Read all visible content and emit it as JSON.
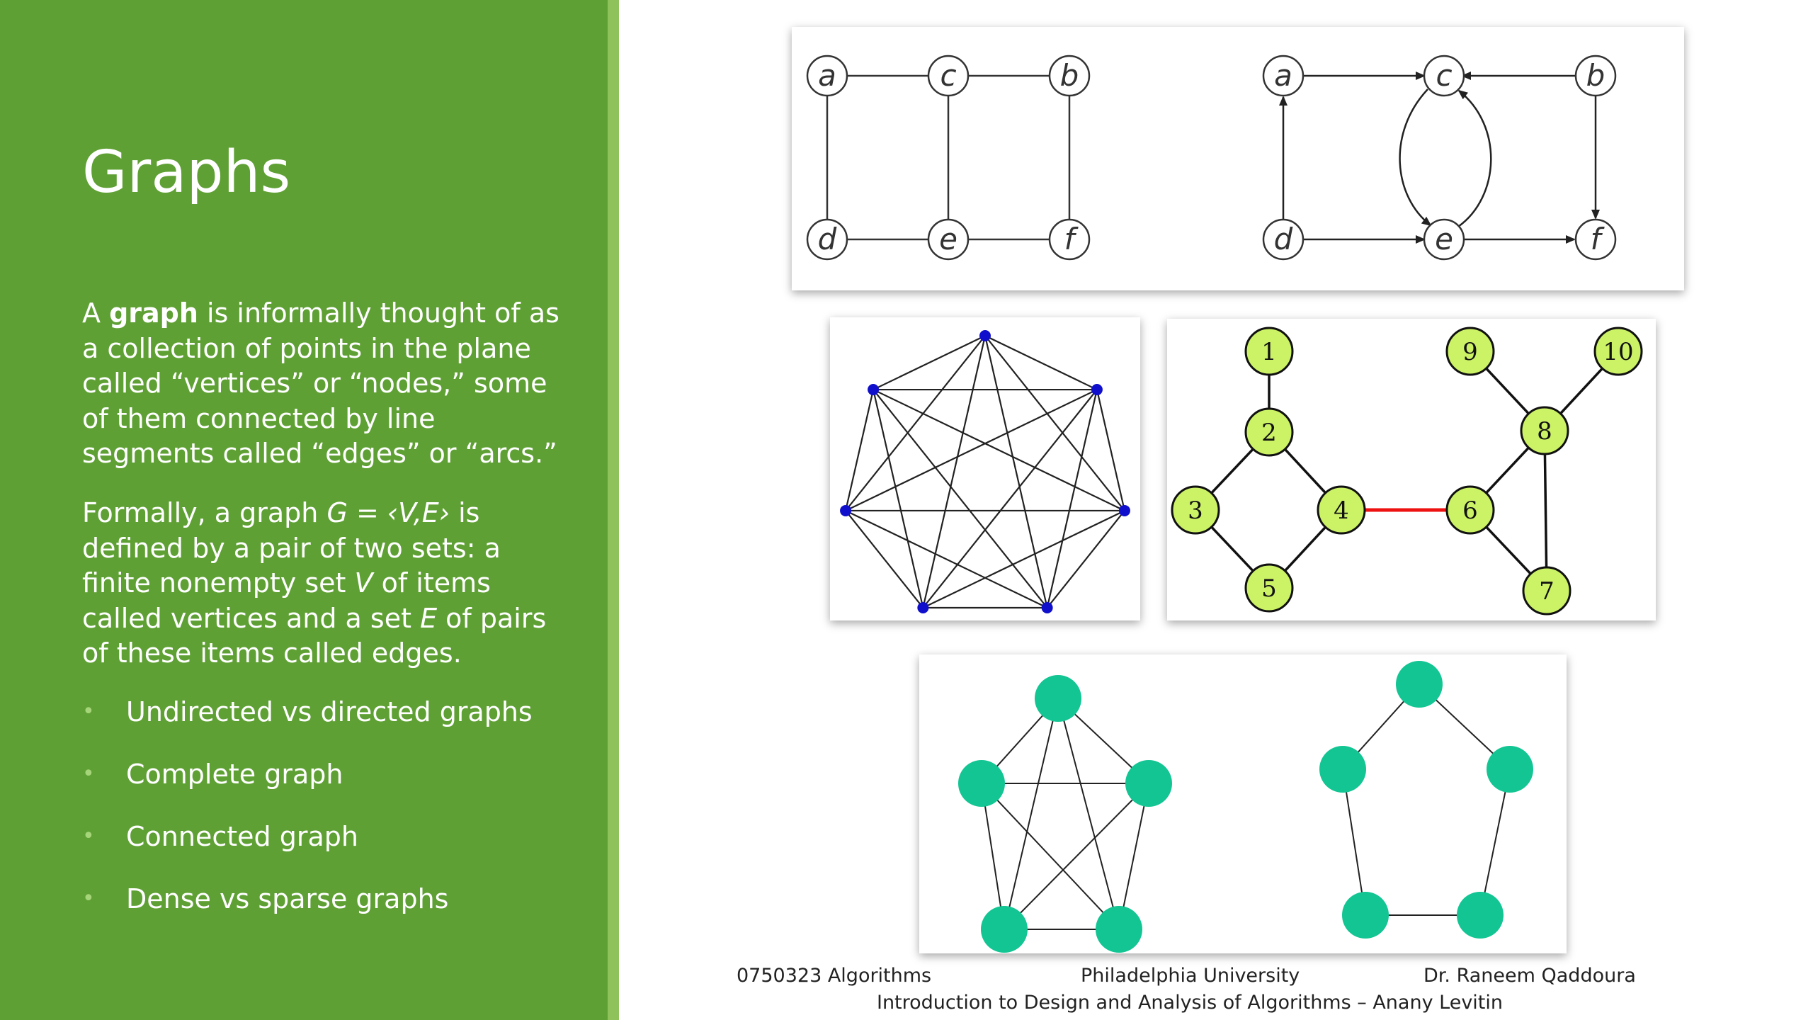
{
  "slide": {
    "title": "Graphs",
    "para1": {
      "pre": "A ",
      "bold": "graph",
      "post": " is informally thought of as a collection of points in the plane called “vertices” or “nodes,” some of them connected by line segments called “edges” or “arcs.”"
    },
    "para2": {
      "t1": "Formally, a graph ",
      "i1": "G = ‹V,E›",
      "t2": " is defined by a pair of two sets: a finite nonempty set ",
      "i2": "V",
      "t3": " of items called vertices and a set ",
      "i3": "E",
      "t4": " of pairs of these items called edges."
    },
    "bullets": [
      "Undirected vs directed graphs",
      "Complete graph",
      "Connected graph",
      "Dense vs sparse graphs"
    ],
    "bullet_glyph": "•"
  },
  "figures": {
    "undirected_labels": [
      "a",
      "c",
      "b",
      "d",
      "e",
      "f"
    ],
    "directed_labels": [
      "a",
      "c",
      "b",
      "d",
      "e",
      "f"
    ],
    "connected_labels": [
      "1",
      "2",
      "3",
      "4",
      "5",
      "9",
      "10",
      "8",
      "6",
      "7"
    ]
  },
  "footer": {
    "course": "0750323 Algorithms",
    "university": "Philadelphia University",
    "author": "Dr. Raneem Qaddoura",
    "book": "Introduction to Design and Analysis of Algorithms – Anany Levitin"
  },
  "colors": {
    "panel": "#5fa034",
    "panel_accent": "#8fc25a",
    "bullet": "#a6d579",
    "node_lime": "#ccf266",
    "node_teal": "#12c593",
    "complete_node": "#1010cc",
    "bridge_edge": "#ee1111"
  }
}
